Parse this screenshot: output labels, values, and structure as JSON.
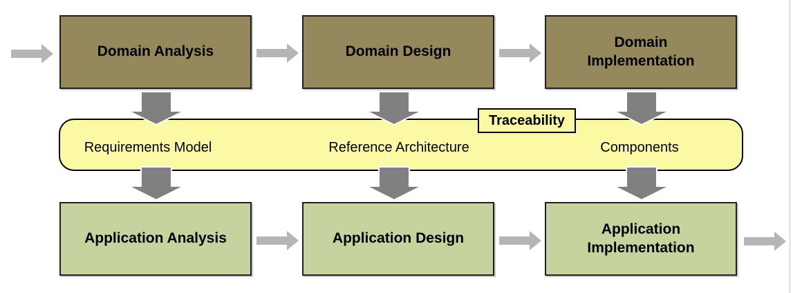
{
  "diagram": {
    "top_row": [
      {
        "label": "Domain Analysis"
      },
      {
        "label": "Domain Design"
      },
      {
        "label": "Domain\nImplementation"
      }
    ],
    "band": {
      "tag_label": "Traceability",
      "items": [
        {
          "label": "Requirements Model"
        },
        {
          "label": "Reference Architecture"
        },
        {
          "label": "Components"
        }
      ]
    },
    "bottom_row": [
      {
        "label": "Application Analysis"
      },
      {
        "label": "Application Design"
      },
      {
        "label": "Application\nImplementation"
      }
    ],
    "colors": {
      "domain_box": "#94885c",
      "application_box": "#c5d39f",
      "band": "#fbf9a4",
      "tag_box": "#fbf9a4",
      "flow_arrow": "#b5b5b5",
      "map_arrow": "#808080",
      "box_border": "#1f1f1f"
    }
  }
}
